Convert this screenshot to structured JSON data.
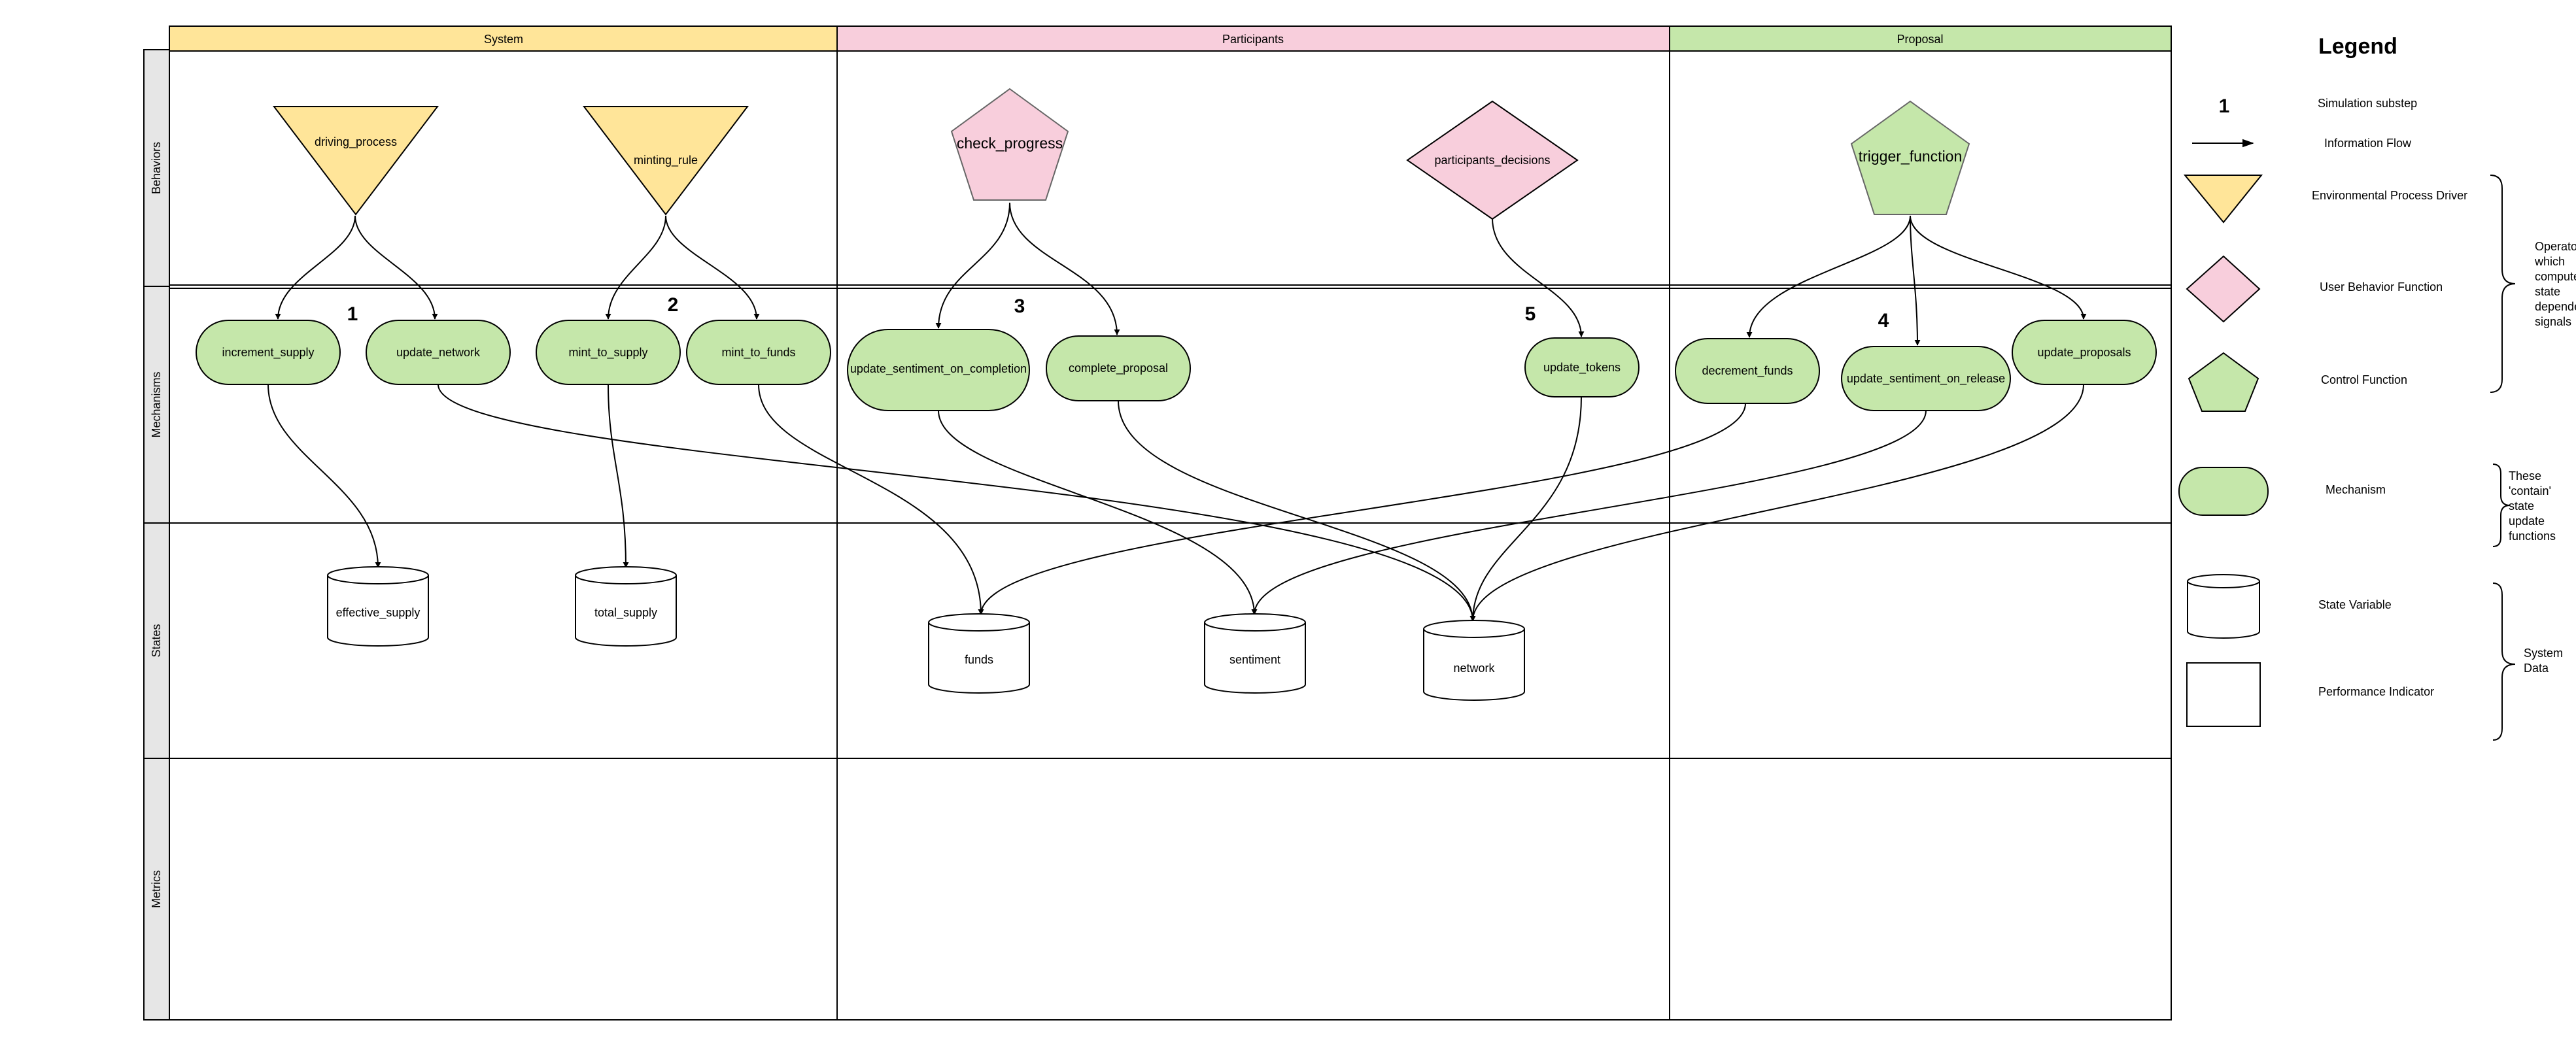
{
  "columns": {
    "system": "System",
    "participants": "Participants",
    "proposal": "Proposal"
  },
  "rows": {
    "behaviors": "Behaviors",
    "mechanisms": "Mechanisms",
    "states": "States",
    "metrics": "Metrics"
  },
  "nodes": {
    "driving_process": "driving_process",
    "minting_rule": "minting_rule",
    "check_progress": "check_progress",
    "participants_decisions": "participants_decisions",
    "trigger_function": "trigger_function",
    "increment_supply": "increment_supply",
    "update_network": "update_network",
    "mint_to_supply": "mint_to_supply",
    "mint_to_funds": "mint_to_funds",
    "update_sentiment_on_completion": "update_sentiment_on_completion",
    "complete_proposal": "complete_proposal",
    "update_tokens": "update_tokens",
    "decrement_funds": "decrement_funds",
    "update_sentiment_on_release": "update_sentiment_on_release",
    "update_proposals": "update_proposals",
    "effective_supply": "effective_supply",
    "total_supply": "total_supply",
    "funds": "funds",
    "sentiment": "sentiment",
    "network": "network"
  },
  "substeps": {
    "s1": "1",
    "s2": "2",
    "s3": "3",
    "s4": "4",
    "s5": "5"
  },
  "legend": {
    "title": "Legend",
    "substep_number": "1",
    "simulation_substep": "Simulation substep",
    "information_flow": "Information Flow",
    "env_driver": "Environmental Process Driver",
    "user_behavior": "User Behavior Function",
    "control": "Control Function",
    "mechanism": "Mechanism",
    "state_variable": "State Variable",
    "performance_indicator": "Performance Indicator",
    "operators_note": [
      "Operators",
      "which",
      "compute",
      "state",
      "dependent",
      "signals"
    ],
    "contain_note": [
      "These",
      "'contain'",
      "state",
      "update",
      "functions"
    ],
    "system_data_note": [
      "System",
      "Data"
    ]
  },
  "colors": {
    "yellow": "#ffe599",
    "pink": "#f8cedc",
    "green": "#c5e7aa",
    "row_label_bg": "#e6e6e6"
  }
}
